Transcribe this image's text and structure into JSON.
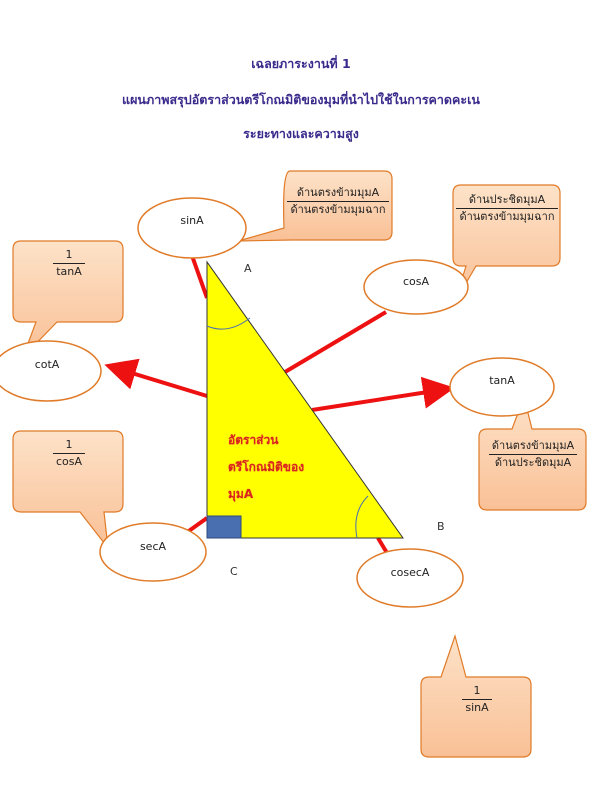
{
  "titles": {
    "line1": "เฉลยภาระงานที่ 1",
    "line2": "แผนภาพสรุปอัตราส่วนตรีโกณมิติของมุมที่นำไปใช้ในการคาดคะเน",
    "line3": "ระยะทางและความสูง"
  },
  "vertices": {
    "a": "A",
    "b": "B",
    "c": "C"
  },
  "center": {
    "line1": "อัตราส่วน",
    "line2": "ตรีโกณมิติของ",
    "line3": "มุมA"
  },
  "ovals": {
    "sin": "sinA",
    "cos": "cosA",
    "tan": "tanA",
    "cot": "cotA",
    "sec": "secA",
    "cosec": "cosecA"
  },
  "callouts": {
    "sin": {
      "num": "ด้านตรงข้ามมุมA",
      "den": "ด้านตรงข้ามมุมฉาก"
    },
    "cos": {
      "num": "ด้านประชิดมุมA",
      "den": "ด้านตรงข้ามมุมฉาก"
    },
    "tan": {
      "num": "ด้านตรงข้ามมุมA",
      "den": "ด้านประชิดมุมA"
    },
    "cot": {
      "num": "1",
      "den": "tanA"
    },
    "sec": {
      "num": "1",
      "den": "cosA"
    },
    "cosec": {
      "num": "1",
      "den": "sinA"
    }
  },
  "colors": {
    "title": "#3a2a8c",
    "triangle_fill": "#ffff00",
    "arrow": "#ee1111",
    "oval_stroke": "#e07b28",
    "callout_fill": "#fcd3b0",
    "right_angle_box": "#4a6fb0",
    "center_text": "#d9261c"
  }
}
